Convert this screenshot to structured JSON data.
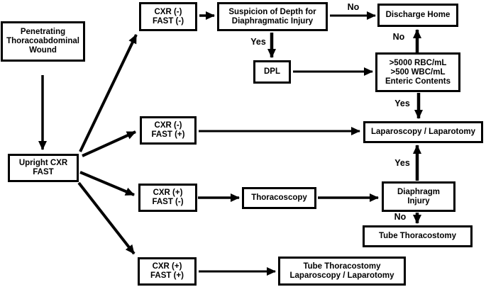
{
  "diagram": {
    "title": "Penetrating thoracoabdominal wound management algorithm",
    "colors": {
      "background": "#ffffff",
      "box_border": "#000000",
      "box_fill": "#ffffff",
      "text": "#000000",
      "arrow": "#000000"
    },
    "nodes": {
      "penetrating_wound": {
        "label": "Penetrating\nThoracoabdominal\nWound"
      },
      "upright_cxr_fast": {
        "label": "Upright CXR\nFAST"
      },
      "cxr_neg_fast_neg": {
        "label": "CXR (-)\nFAST (-)"
      },
      "cxr_neg_fast_pos": {
        "label": "CXR (-)\nFAST (+)"
      },
      "cxr_pos_fast_neg": {
        "label": "CXR (+)\nFAST (-)"
      },
      "cxr_pos_fast_pos": {
        "label": "CXR (+)\nFAST (+)"
      },
      "suspicion_depth": {
        "label": "Suspicion of Depth for\nDiaphragmatic Injury"
      },
      "discharge_home": {
        "label": "Discharge Home"
      },
      "dpl": {
        "label": "DPL"
      },
      "dpl_criteria": {
        "label": ">5000 RBC/mL\n>500 WBC/mL\nEnteric Contents"
      },
      "laparoscopy_laparotomy": {
        "label": "Laparoscopy / Laparotomy"
      },
      "thoracoscopy": {
        "label": "Thoracoscopy"
      },
      "diaphragm_injury": {
        "label": "Diaphragm\nInjury"
      },
      "tube_thoracostomy": {
        "label": "Tube Thoracostomy"
      },
      "tube_thoracostomy_laparoscopy": {
        "label": "Tube Thoracostomy\nLaparoscopy / Laparotomy"
      }
    },
    "edge_labels": {
      "suspicion_to_discharge": "No",
      "suspicion_to_dpl": "Yes",
      "criteria_to_discharge": "No",
      "criteria_to_laparoscopy": "Yes",
      "diaphragm_to_laparoscopy": "Yes",
      "diaphragm_to_tube": "No"
    }
  }
}
